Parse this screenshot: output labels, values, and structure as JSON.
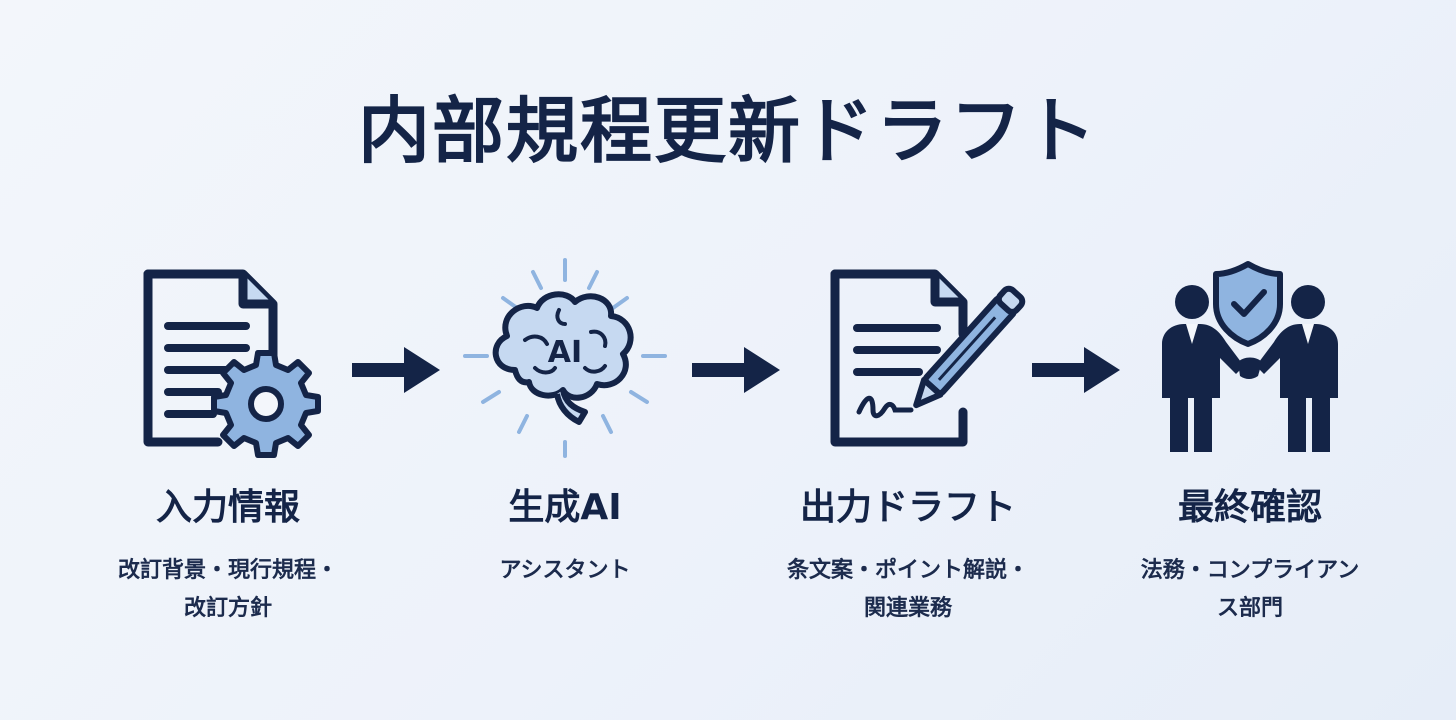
{
  "title": "内部規程更新ドラフト",
  "steps": [
    {
      "label": "入力情報",
      "desc": "改訂背景・現行規程・\n改訂方針",
      "icon": "document-gear-icon"
    },
    {
      "label": "生成AI",
      "desc": "アシスタント",
      "icon": "ai-brain-icon",
      "badge": "AI"
    },
    {
      "label": "出力ドラフト",
      "desc": "条文案・ポイント解説・\n関連業務",
      "icon": "document-pen-icon"
    },
    {
      "label": "最終確認",
      "desc": "法務・コンプライアン\nス部門",
      "icon": "handshake-shield-icon"
    }
  ],
  "colors": {
    "navy": "#142447",
    "accent": "#8fb4e0",
    "accent_light": "#c6d9f1"
  }
}
